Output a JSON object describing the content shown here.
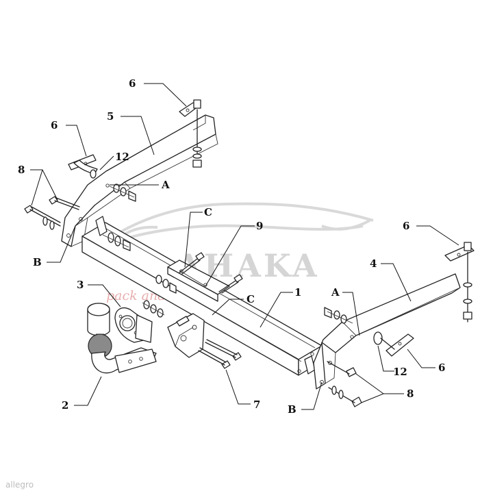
{
  "callouts": {
    "part_1": "1",
    "part_2": "2",
    "part_3": "3",
    "part_4": "4",
    "part_5": "5",
    "part_6a": "6",
    "part_6b": "6",
    "part_6c": "6",
    "part_6d": "6",
    "part_7": "7",
    "part_8a": "8",
    "part_8b": "8",
    "part_9": "9",
    "part_12a": "12",
    "part_12b": "12",
    "point_a_left": "A",
    "point_a_right": "A",
    "point_b_left": "B",
    "point_b_right": "B",
    "point_c_top": "C",
    "point_c_mid": "C"
  },
  "watermark": {
    "brand": "AHAKA",
    "tagline": "pack and travel"
  },
  "corner_mark": {
    "text": "allegro"
  },
  "colors": {
    "line": "#222222",
    "background": "#ffffff",
    "watermark_gray": "#c8c8c8",
    "watermark_red": "#e3a0a0"
  }
}
